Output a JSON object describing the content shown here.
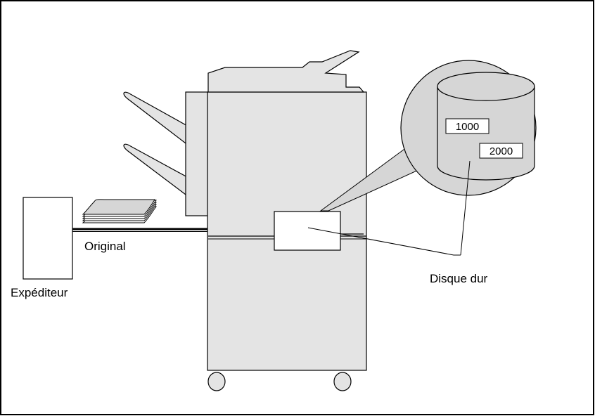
{
  "labels": {
    "original": "Original",
    "sender": "Expéditeur",
    "hard_disk": "Disque dur"
  },
  "disk_boxes": [
    "1000",
    "2000"
  ],
  "colors": {
    "device_fill": "#e4e4e4",
    "zoom_fill": "#d6d6d6",
    "outline": "#000000",
    "background": "#ffffff"
  }
}
